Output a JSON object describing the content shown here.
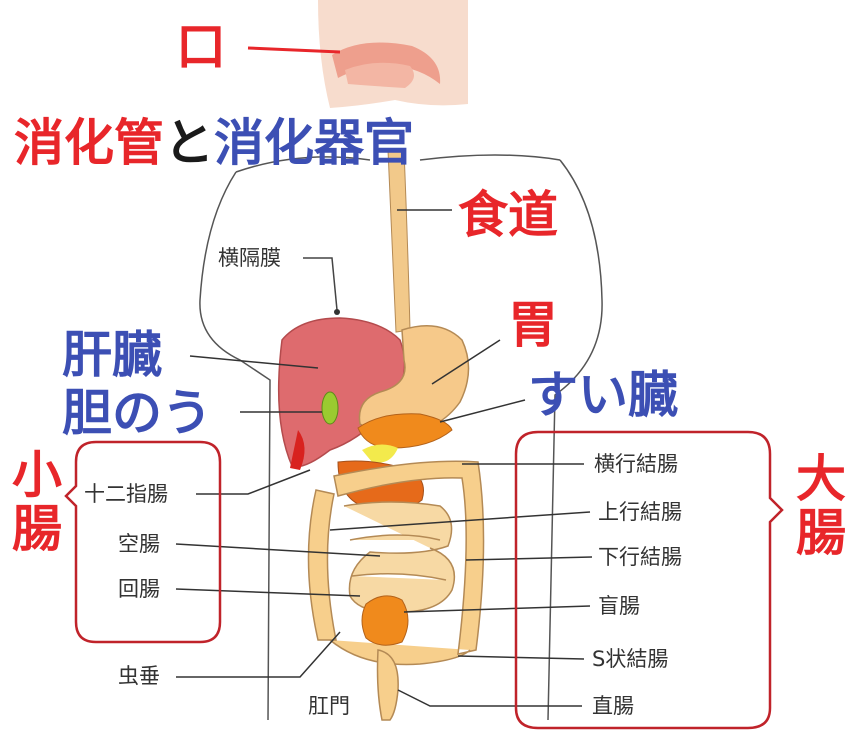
{
  "title": {
    "part1": "消化管",
    "part2": "と",
    "part3": "消化器官"
  },
  "labels": {
    "mouth": "口",
    "esophagus": "食道",
    "stomach": "胃",
    "liver": "肝臓",
    "gallbladder": "胆のう",
    "pancreas": "すい臓",
    "small_intestine": "小腸",
    "large_intestine": "大腸",
    "diaphragm": "横隔膜",
    "duodenum": "十二指腸",
    "jejunum": "空腸",
    "ileum": "回腸",
    "appendix": "虫垂",
    "anus": "肛門",
    "transverse_colon": "横行結腸",
    "ascending_colon": "上行結腸",
    "descending_colon": "下行結腸",
    "cecum": "盲腸",
    "sigmoid_colon": "S状結腸",
    "rectum": "直腸"
  },
  "colors": {
    "red_label": "#e8262a",
    "blue_label": "#3c4fb4",
    "bracket": "#c0232a",
    "intestine": "#f7cf8c",
    "liver": "#de6b6e",
    "stomach": "#f6c98a",
    "pancreas": "#f08a1c",
    "gallbladder": "#9acb30"
  }
}
